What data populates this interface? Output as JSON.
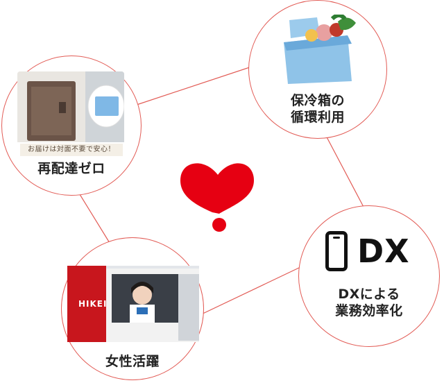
{
  "features": {
    "redelivery": {
      "label": "再配達ゼロ",
      "banner": "お届けは対面不要で安心！"
    },
    "cooler": {
      "label_line1": "保冷箱の",
      "label_line2": "循環利用"
    },
    "dx": {
      "icon_text": "DX",
      "label_line1": "DXによる",
      "label_line2": "業務効率化"
    },
    "women": {
      "label": "女性活躍",
      "truck_text": "HIKEI"
    }
  },
  "colors": {
    "accent": "#e60012",
    "line": "#e25b55"
  },
  "icons": {
    "center": "heart-logo-icon",
    "dx": "smartphone-icon"
  }
}
